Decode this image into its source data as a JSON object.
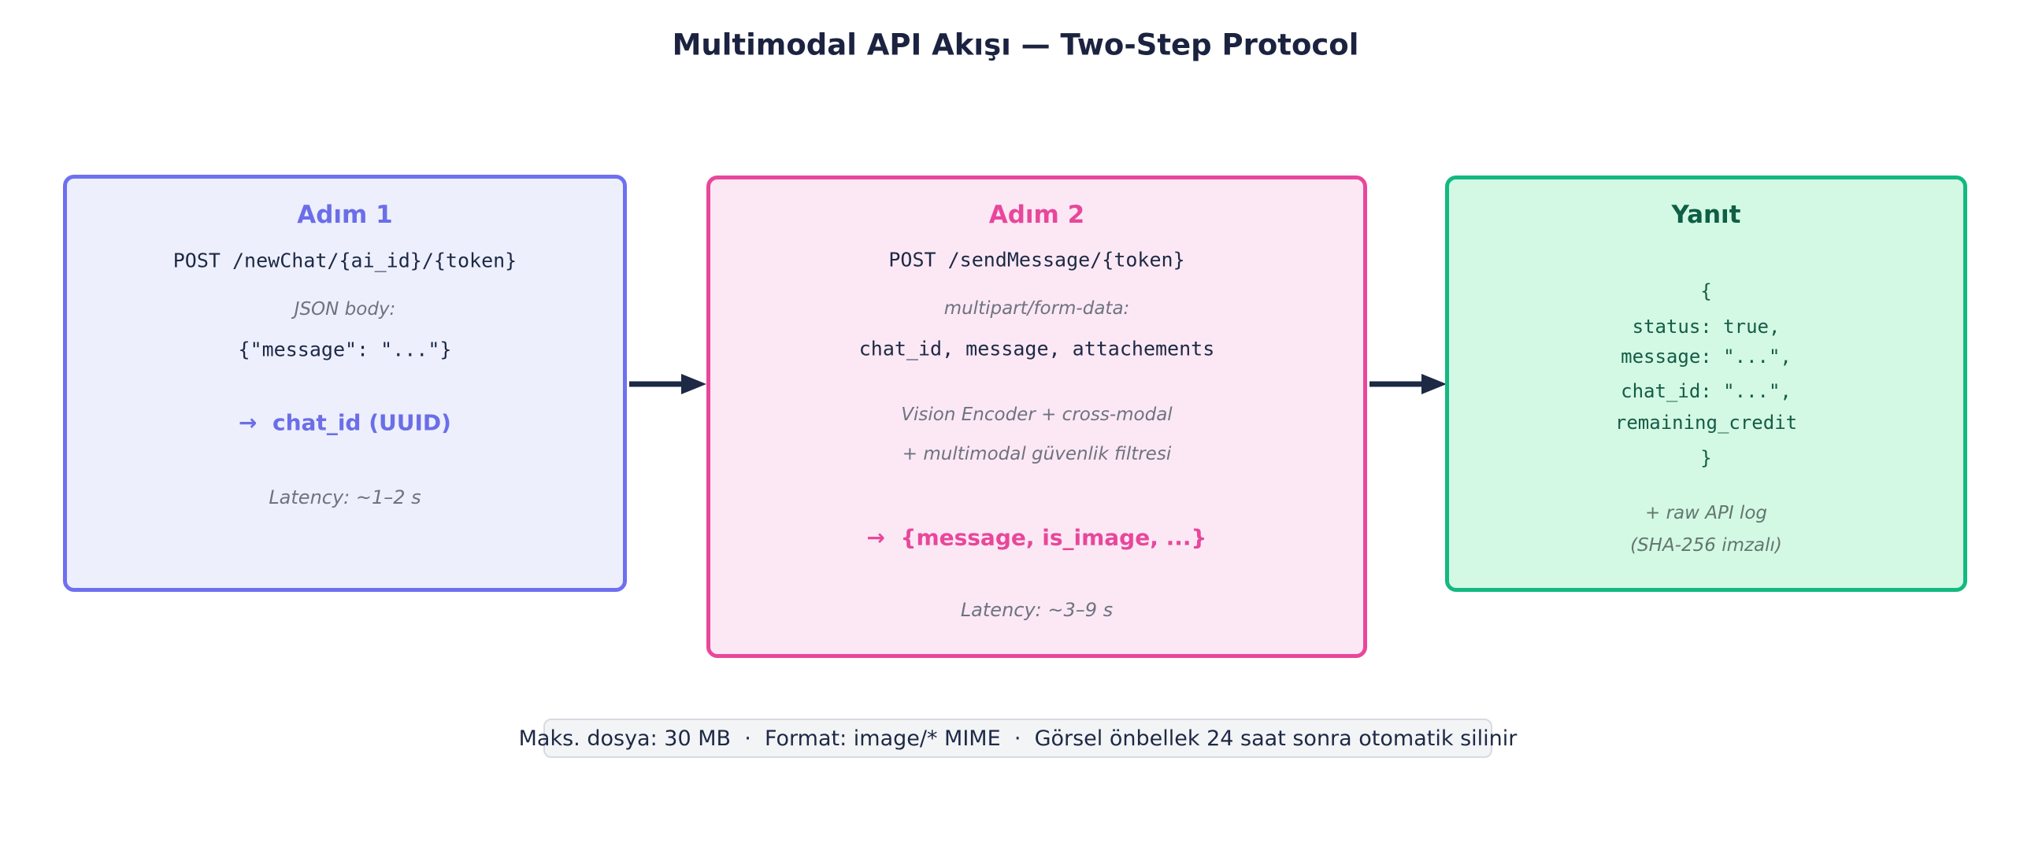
{
  "title": "Multimodal API Akışı — Two-Step Protocol",
  "colors": {
    "ink": "#1d2945",
    "step1_accent": "#6e70f0",
    "step1_bg": "#edeffc",
    "step2_accent": "#e8479b",
    "step2_bg": "#fce8f4",
    "response_accent": "#12b981",
    "response_bg": "#d3f9e5",
    "response_text": "#155c46",
    "muted_gray": "#6e7380"
  },
  "steps": [
    {
      "title": "Adım 1",
      "endpoint": "POST /newChat/{ai_id}/{token}",
      "body_label": "JSON body:",
      "body": "{\"message\": \"...\"}",
      "result": "→  chat_id (UUID)",
      "latency": "Latency: ~1–2 s"
    },
    {
      "title": "Adım 2",
      "endpoint": "POST /sendMessage/{token}",
      "body_label": "multipart/form-data:",
      "body": "chat_id, message, attachements",
      "note1": "Vision Encoder + cross-modal",
      "note2": "+ multimodal güvenlik filtresi",
      "result": "→  {message, is_image, ...}",
      "latency": "Latency: ~3–9 s"
    },
    {
      "title": "Yanıt",
      "json_lines": [
        "{",
        "status: true,",
        "message: \"...\",",
        "chat_id: \"...\",",
        "remaining_credit",
        "}"
      ],
      "note1": "+ raw API log",
      "note2": "(SHA-256 imzalı)"
    }
  ],
  "footer": "Maks. dosya: 30 MB  ·  Format: image/* MIME  ·  Görsel önbellek 24 saat sonra otomatik silinir"
}
